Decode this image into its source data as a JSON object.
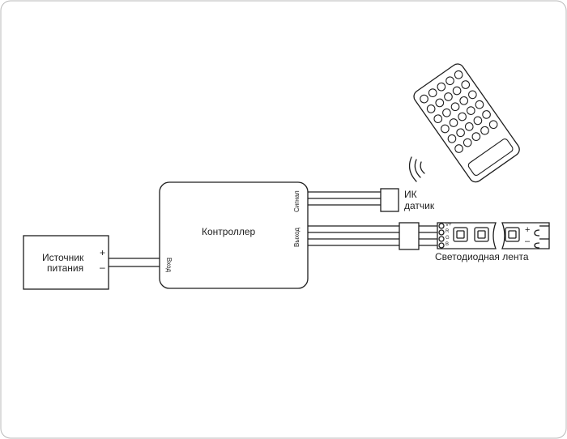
{
  "diagram": {
    "power_supply": {
      "line1": "Источник",
      "line2": "питания",
      "plus": "+",
      "minus": "–"
    },
    "controller": {
      "title": "Контроллер",
      "port_in": "Вход",
      "port_signal": "Сигнал",
      "port_out": "Выход"
    },
    "ir_sensor": {
      "line1": "ИК",
      "line2": "датчик"
    },
    "led_strip": {
      "caption": "Светодиодная лента",
      "pins": [
        "V+",
        "R",
        "G",
        "B"
      ],
      "plus": "+",
      "minus": "–"
    },
    "remote": {
      "button_rows": 6,
      "button_cols": 5
    }
  },
  "colors": {
    "stroke": "#1e1e1e",
    "background": "#ffffff"
  }
}
